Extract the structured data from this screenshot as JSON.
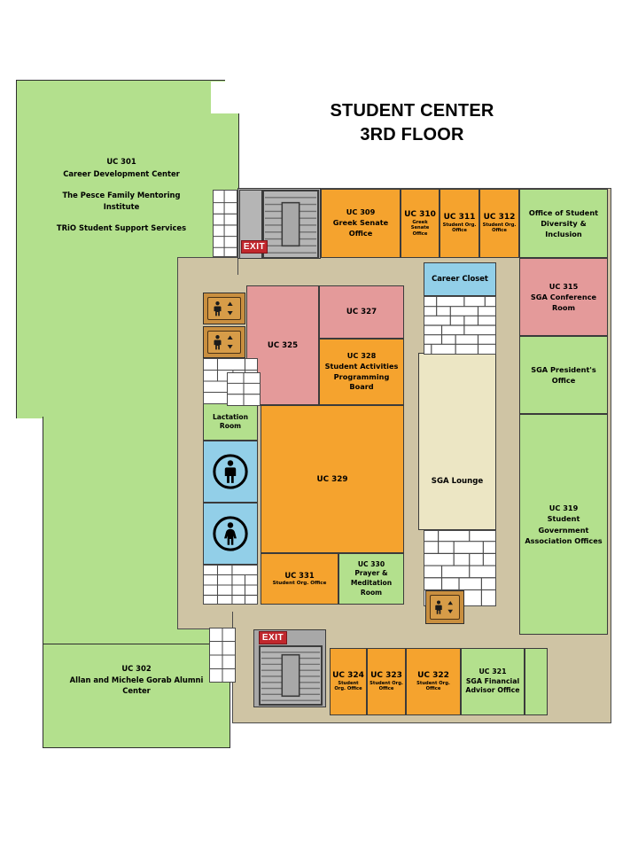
{
  "title": {
    "line1": "STUDENT CENTER",
    "line2": "3RD FLOOR"
  },
  "colors": {
    "green": "#b3e08d",
    "orange": "#f5a32e",
    "pink": "#e49a9a",
    "blue": "#92cfe8",
    "beige_lounge": "#ece6c4",
    "corridor": "#cfc4a4",
    "stair_gray": "#a8a8a8",
    "elevator_tan": "#c98f3f",
    "exit_red": "#c1272d",
    "outline": "#2e2e2e"
  },
  "rooms": {
    "uc301": {
      "code": "UC 301",
      "name1": "Career Development Center",
      "name2": "The Pesce Family Mentoring Institute",
      "name3": "TRiO Student Support Services"
    },
    "uc302": {
      "code": "UC 302",
      "name": "Allan and Michele Gorab Alumni Center"
    },
    "uc309": {
      "code": "UC 309",
      "name": "Greek Senate Office"
    },
    "uc310": {
      "code": "UC 310",
      "name": "Greek Senate Office"
    },
    "uc311": {
      "code": "UC 311",
      "name": "Student Org. Office"
    },
    "uc312": {
      "code": "UC 312",
      "name": "Student Org. Office"
    },
    "osdi": {
      "name": "Office of Student Diversity & Inclusion"
    },
    "uc315": {
      "code": "UC 315",
      "name": "SGA Conference Room"
    },
    "sga_president": {
      "name": "SGA President's Office"
    },
    "uc319": {
      "code": "UC 319",
      "name": "Student Government Association Offices"
    },
    "uc321": {
      "code": "UC 321",
      "name": "SGA Financial Advisor Office"
    },
    "uc322": {
      "code": "UC 322",
      "name": "Student Org. Office"
    },
    "uc323": {
      "code": "UC 323",
      "name": "Student Org. Office"
    },
    "uc324": {
      "code": "UC 324",
      "name": "Student Org. Office"
    },
    "uc325": {
      "code": "UC 325",
      "name": ""
    },
    "uc327": {
      "code": "UC 327",
      "name": ""
    },
    "uc328": {
      "code": "UC 328",
      "name": "Student Activities Programming Board"
    },
    "uc329": {
      "code": "UC 329",
      "name": ""
    },
    "uc330": {
      "code": "UC 330",
      "name": "Prayer & Meditation Room"
    },
    "uc331": {
      "code": "UC 331",
      "name": "Student Org. Office"
    },
    "career_closet": {
      "name": "Career Closet"
    },
    "sga_lounge": {
      "name": "SGA Lounge"
    },
    "lactation": {
      "name": "Lactation Room"
    }
  },
  "exits": {
    "top_label": "EXIT",
    "bottom_label": "EXIT"
  },
  "icons": {
    "elevator": "elevator-icon",
    "restroom_men": "restroom-men-icon",
    "restroom_women": "restroom-women-icon",
    "stairs": "stairs-icon"
  }
}
